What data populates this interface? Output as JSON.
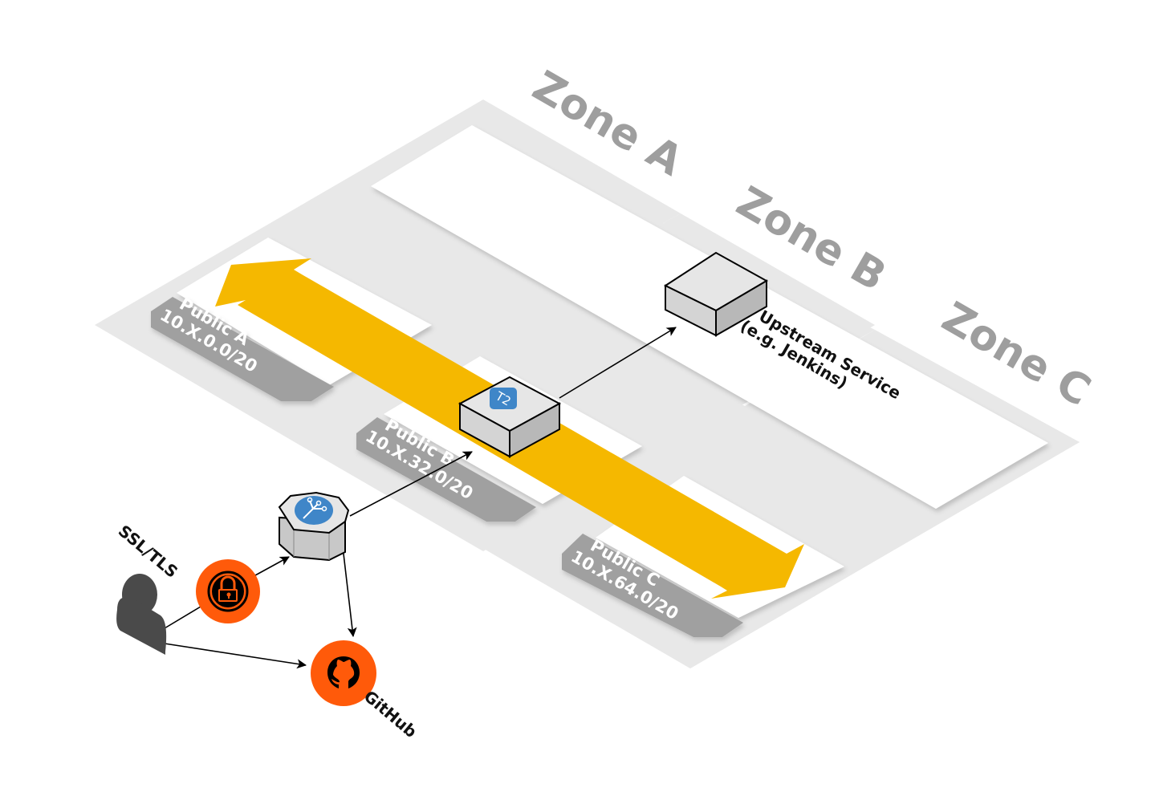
{
  "zones": [
    {
      "id": "a",
      "title": "Zone A"
    },
    {
      "id": "b",
      "title": "Zone B"
    },
    {
      "id": "c",
      "title": "Zone C"
    }
  ],
  "subnets": [
    {
      "id": "a",
      "name": "Public A",
      "cidr": "10.X.0.0/20"
    },
    {
      "id": "b",
      "name": "Public B",
      "cidr": "10.X.32.0/20"
    },
    {
      "id": "c",
      "name": "Public C",
      "cidr": "10.X.64.0/20"
    }
  ],
  "nodes": {
    "instance": {
      "badge": "T2",
      "badge_icon": "ec2-t2-instance-icon"
    },
    "load_balancer": {
      "icon": "load-balancer-icon"
    },
    "upstream": {
      "line1": "Upstream Service",
      "line2": "(e.g. Jenkins)"
    },
    "ssl": {
      "label": "SSL/TLS",
      "icon": "lock-icon"
    },
    "github": {
      "label": "GitHub",
      "icon": "github-icon"
    },
    "user": {
      "icon": "user-icon"
    }
  },
  "colors": {
    "zone_bg": "#e8e8e8",
    "subnet_tag": "#a0a0a0",
    "flow_band": "#f5b800",
    "orange": "#ff5a0a",
    "blue_badge": "#3f86c8",
    "user": "#4a4a4a"
  }
}
